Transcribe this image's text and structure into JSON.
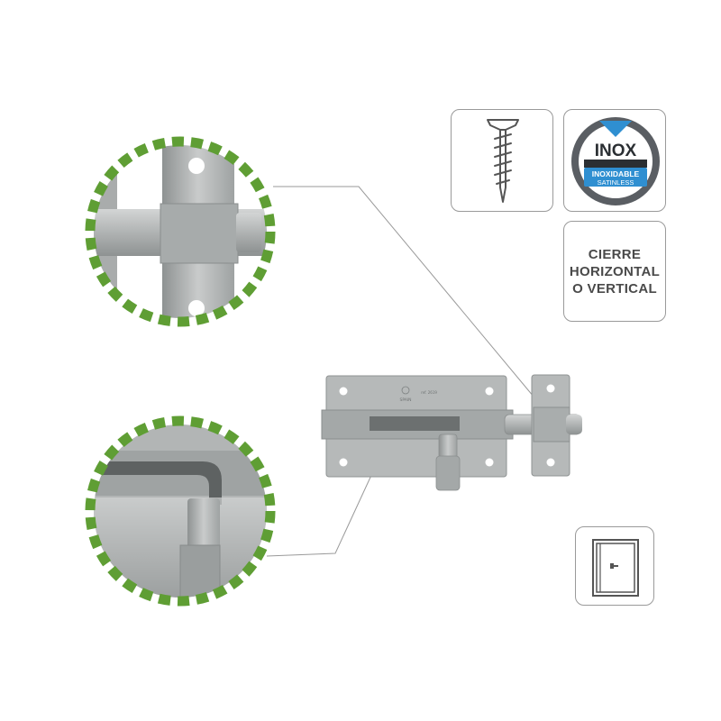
{
  "badges": {
    "screw": {
      "icon": "screw-icon"
    },
    "inox": {
      "icon": "inox-badge-icon",
      "title": "INOX",
      "subtitle": "INOXIDABLE",
      "caption": "SATINLESS",
      "colors": {
        "ring": "#5a5e63",
        "accent": "#2f8fd1",
        "plate": "#2b2f33"
      }
    },
    "closure": {
      "lines": [
        "CIERRE",
        "HORIZONTAL",
        "O VERTICAL"
      ]
    },
    "door": {
      "icon": "door-icon"
    }
  },
  "product": {
    "engraving": {
      "brand_top": "SPAIN",
      "code": "ref. 2619"
    },
    "colors": {
      "steel": "#b3b6b6",
      "steel_dark": "#8f9393",
      "steel_light": "#d1d3d3"
    }
  },
  "zoom_circles": {
    "colors": {
      "dash": "#5f9e34",
      "connector": "#9a9a9a"
    }
  }
}
